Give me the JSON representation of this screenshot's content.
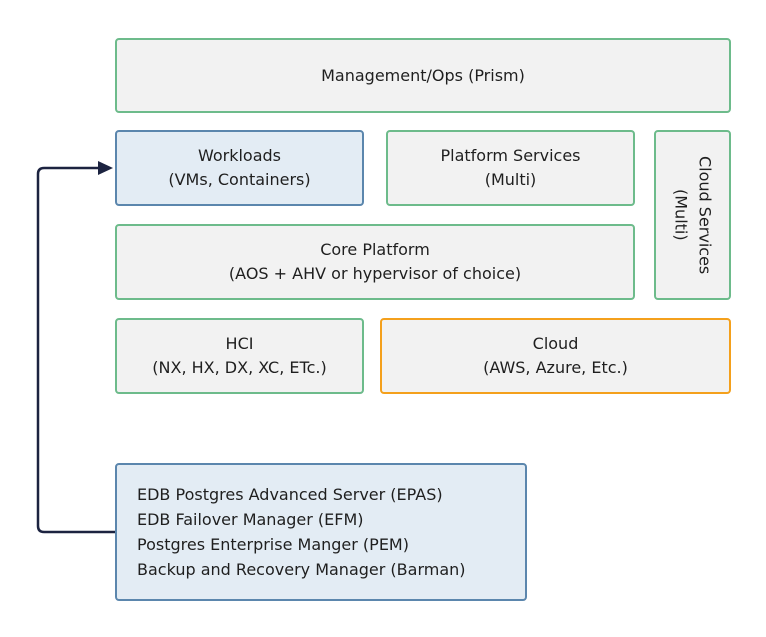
{
  "diagram": {
    "management": {
      "line1": "Management/Ops (Prism)"
    },
    "workloads": {
      "line1": "Workloads",
      "line2": "(VMs, Containers)"
    },
    "platform_services": {
      "line1": "Platform Services",
      "line2": "(Multi)"
    },
    "cloud_services": {
      "line1": "Cloud Services",
      "line2": "(Multi)"
    },
    "core_platform": {
      "line1": "Core Platform",
      "line2": "(AOS + AHV or hypervisor of choice)"
    },
    "hci": {
      "line1": "HCI",
      "line2": "(NX, HX, DX, XC, ETc.)"
    },
    "cloud": {
      "line1": "Cloud",
      "line2": "(AWS, Azure, Etc.)"
    },
    "edb_stack": {
      "items": [
        "EDB Postgres Advanced Server (EPAS)",
        "EDB Failover Manager (EFM)",
        "Postgres Enterprise Manger (PEM)",
        "Backup and Recovery Manager (Barman)"
      ]
    }
  },
  "colors": {
    "green_border": "#6dbb8b",
    "blue_border": "#5b86ad",
    "blue_fill": "#e3ecf4",
    "orange_border": "#f4a01c",
    "gray_fill": "#f2f2f2",
    "connector": "#1c2340"
  }
}
